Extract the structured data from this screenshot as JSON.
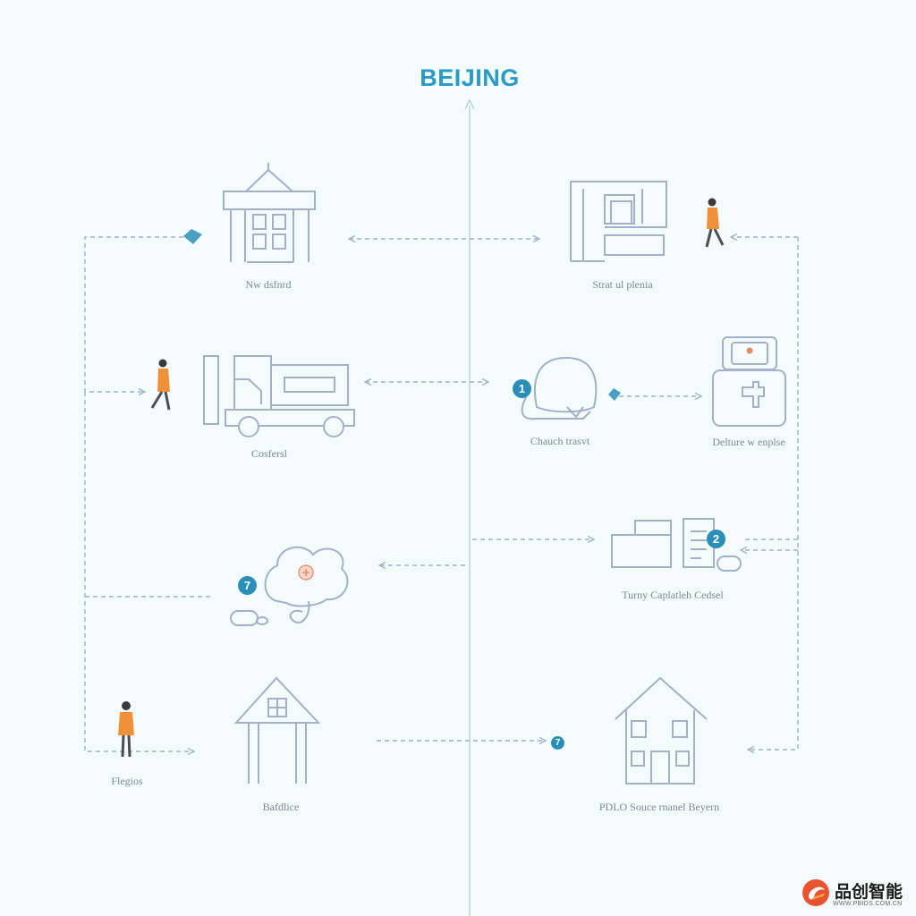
{
  "title": "BEIJING",
  "colors": {
    "line": "#a3b0c8",
    "accent": "#2a9bc7",
    "person": "#f0913a",
    "marker": "#e8876a",
    "background": "#f4fbfb"
  },
  "nodes": [
    {
      "id": "n1",
      "label": "Nw dsfnrd",
      "icon": "government-building-icon"
    },
    {
      "id": "n2",
      "label": "Strat ul plenia",
      "icon": "floor-plan-icon"
    },
    {
      "id": "n3",
      "label": "Cosfersl",
      "icon": "truck-icon"
    },
    {
      "id": "n4",
      "label": "Chauch trasvt",
      "icon": "speech-bubble-icon"
    },
    {
      "id": "n5",
      "label": "Delture w enplse",
      "icon": "medical-kit-icon"
    },
    {
      "id": "n6",
      "label": "",
      "icon": "brain-medical-icon"
    },
    {
      "id": "n7",
      "label": "Turny Caplatleh Cedsel",
      "icon": "documents-icon"
    },
    {
      "id": "n8",
      "label": "Flegios",
      "icon": "walking-person-icon"
    },
    {
      "id": "n9",
      "label": "Bafdlice",
      "icon": "gate-icon"
    },
    {
      "id": "n10",
      "label": "PDLO Souce rnanel Beyern",
      "icon": "house-icon"
    }
  ],
  "badges": [
    {
      "id": "b1",
      "text": "1"
    },
    {
      "id": "b2",
      "text": "2"
    },
    {
      "id": "b3",
      "text": "7"
    },
    {
      "id": "b4",
      "text": "7"
    }
  ],
  "watermark": {
    "name": "品创智能",
    "url": "WWW.PBIDS.COM.CN"
  }
}
